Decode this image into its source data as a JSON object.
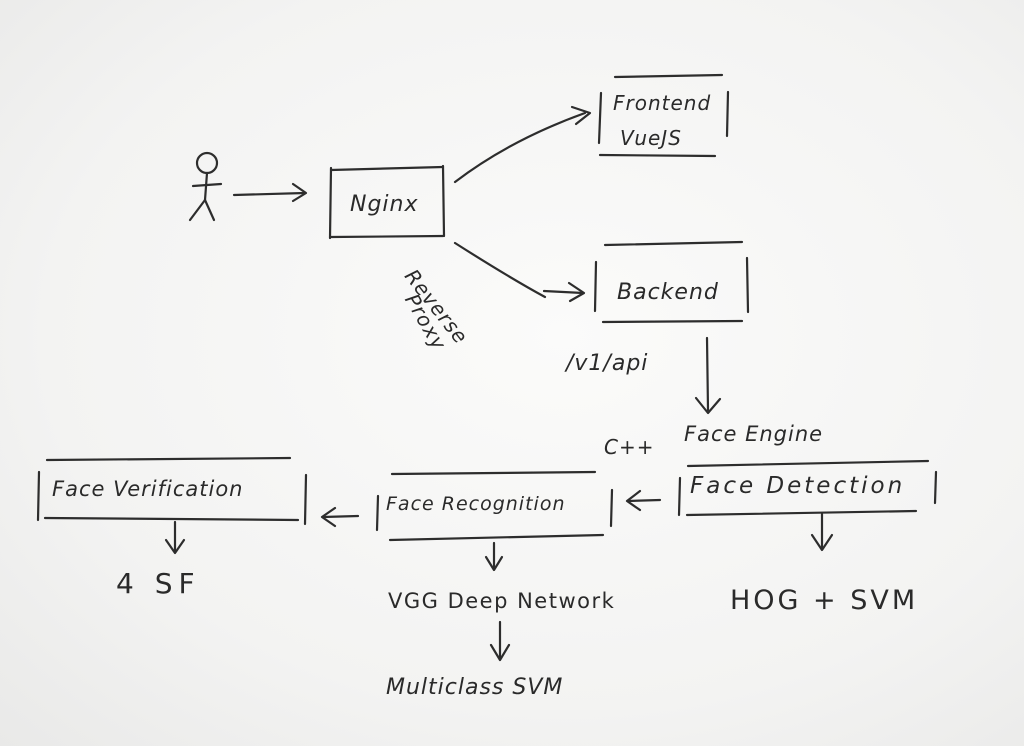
{
  "diagram": {
    "nodes": {
      "user": {
        "icon": "stick-figure-icon"
      },
      "nginx": {
        "label": "Nginx"
      },
      "frontend": {
        "line1": "Frontend",
        "line2": "VueJS"
      },
      "backend": {
        "label": "Backend"
      },
      "face_detection": {
        "label": "Face Detection"
      },
      "face_recognition": {
        "label": "Face Recognition"
      },
      "face_verification": {
        "label": "Face Verification"
      }
    },
    "annotations": {
      "reverse_proxy_line1": "Reverse",
      "reverse_proxy_line2": "Proxy",
      "api_path": "/v1/api",
      "engine_lang": "C++",
      "engine_name": "Face Engine",
      "detection_method": "HOG + SVM",
      "recognition_method": "VGG Deep Network",
      "classifier": "Multiclass SVM",
      "verification_method": "4 SF"
    },
    "edges": [
      {
        "from": "user",
        "to": "nginx"
      },
      {
        "from": "nginx",
        "to": "frontend"
      },
      {
        "from": "nginx",
        "to": "backend"
      },
      {
        "from": "backend",
        "to": "face_detection"
      },
      {
        "from": "face_detection",
        "to": "face_recognition"
      },
      {
        "from": "face_recognition",
        "to": "face_verification"
      },
      {
        "from": "face_detection",
        "to": "detection_method"
      },
      {
        "from": "face_recognition",
        "to": "recognition_method"
      },
      {
        "from": "recognition_method",
        "to": "classifier"
      },
      {
        "from": "face_verification",
        "to": "verification_method"
      }
    ]
  }
}
